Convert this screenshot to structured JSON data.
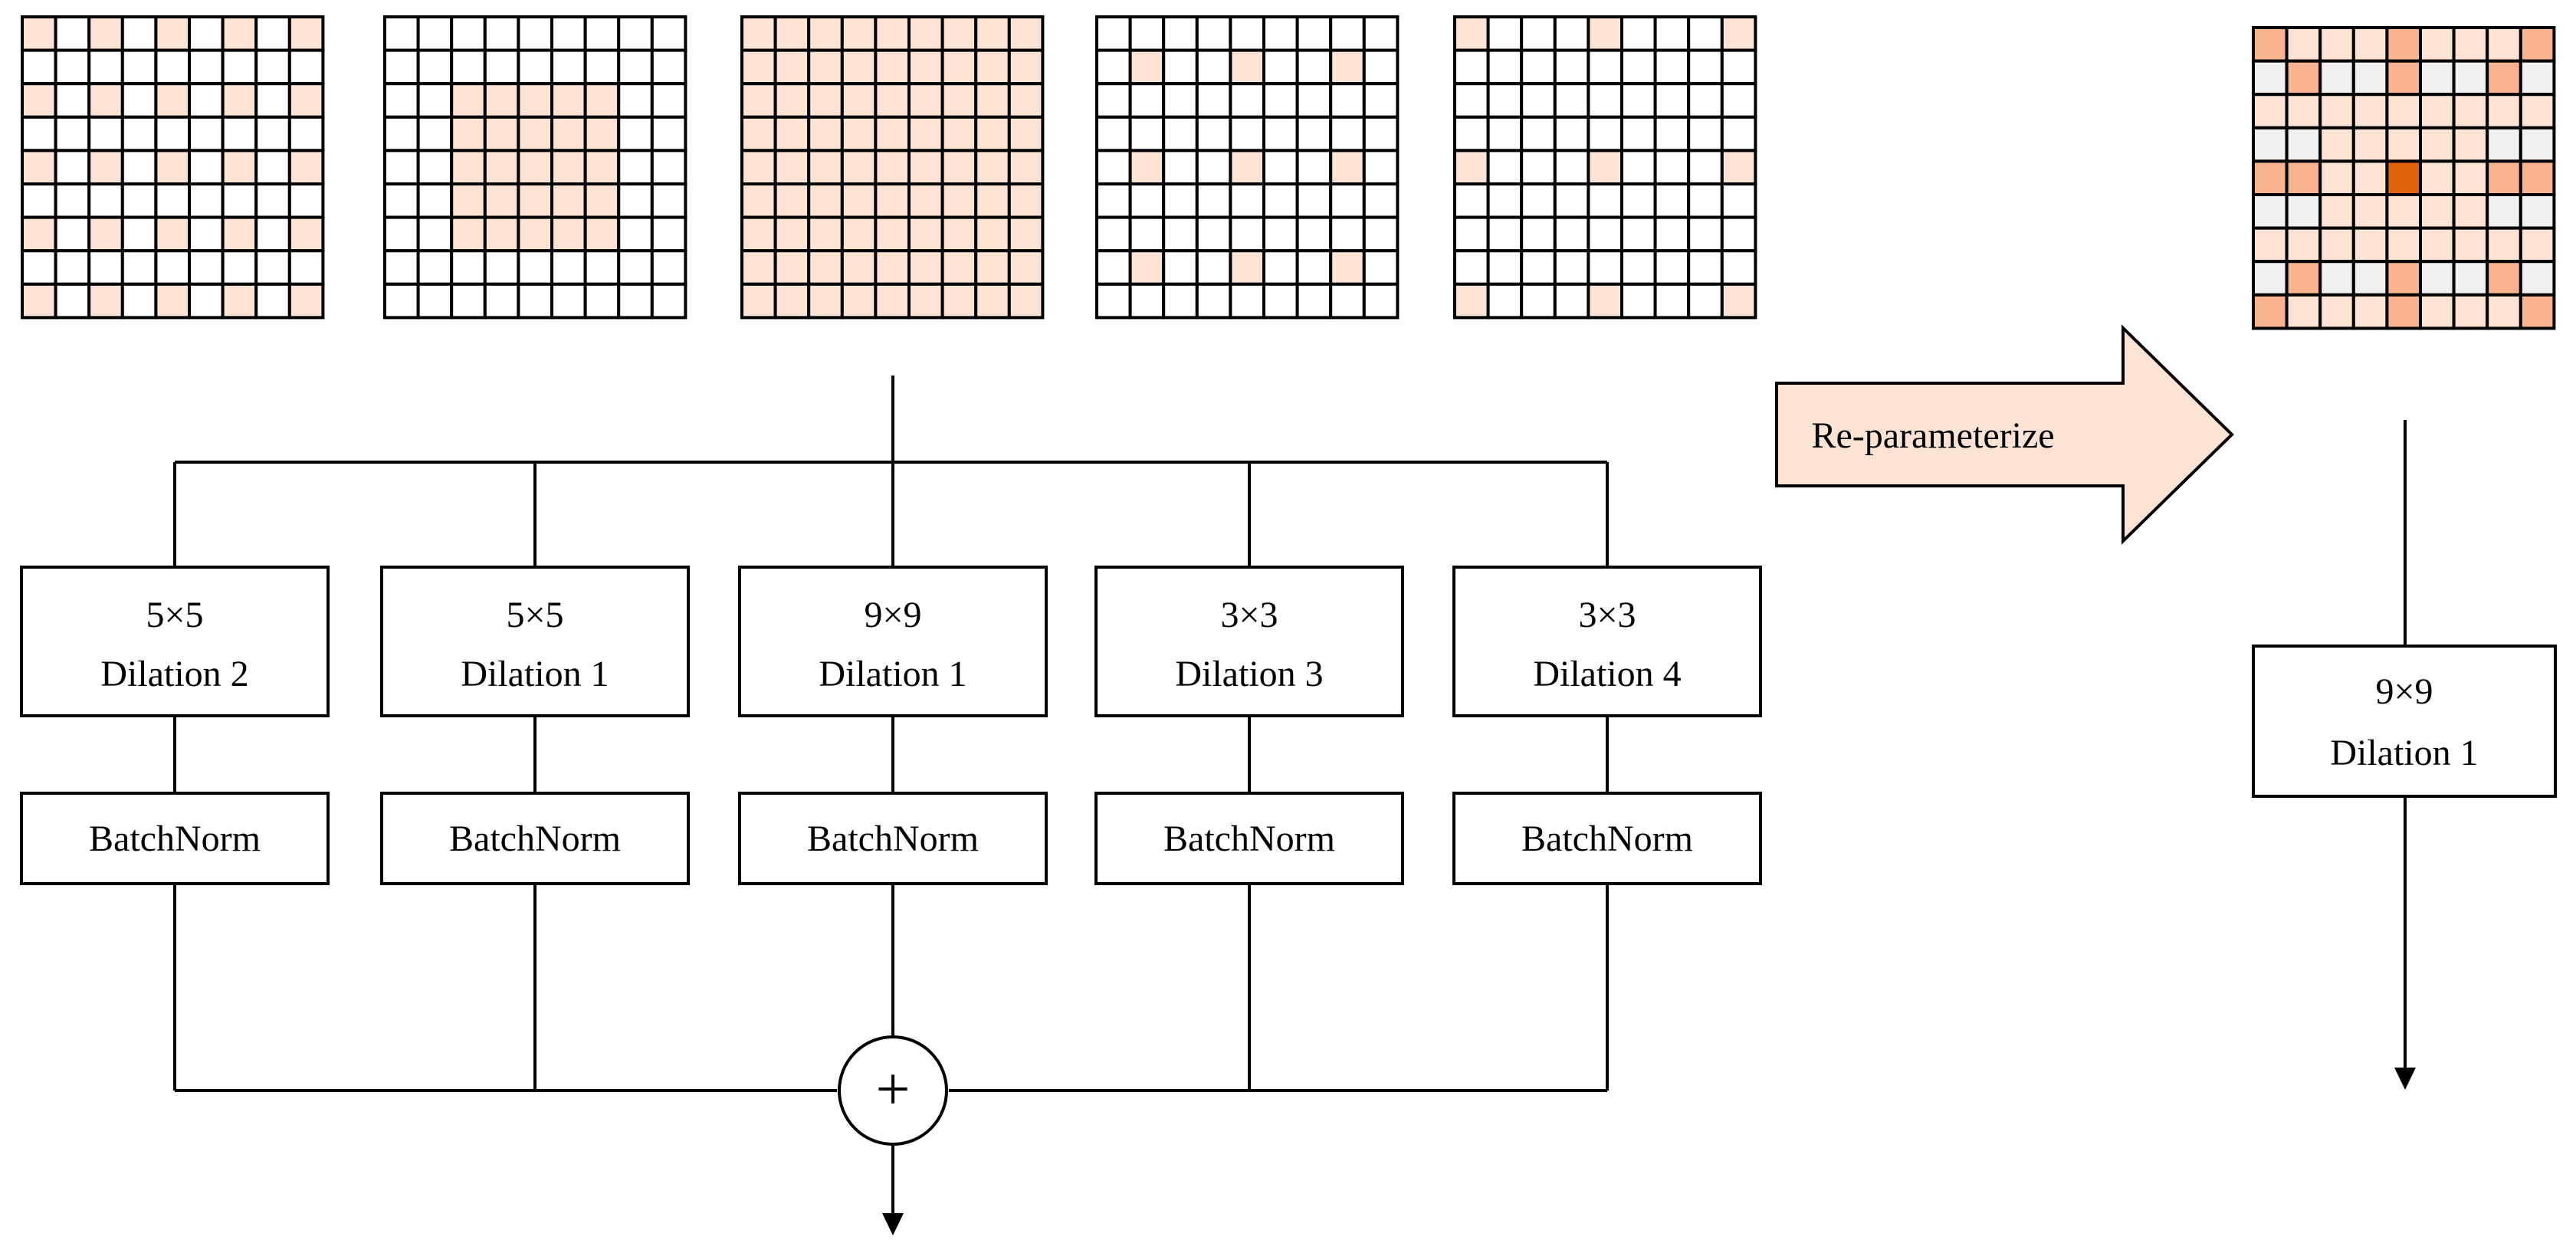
{
  "colors": {
    "cell_empty": "#ffffff",
    "cell_light": "#fde3d4",
    "cell_gray": "#f0f0f0",
    "cell_mid": "#f9b48f",
    "cell_dark": "#e2620e",
    "arrow_fill": "#fde3d4",
    "line": "#000000"
  },
  "kernels": [
    {
      "name": "5x5-dilation-2",
      "pattern": "dilated5"
    },
    {
      "name": "5x5-dilation-1",
      "pattern": "center5"
    },
    {
      "name": "9x9-dilation-1",
      "pattern": "full9"
    },
    {
      "name": "3x3-dilation-3",
      "pattern": "dilated3"
    },
    {
      "name": "3x3-dilation-4",
      "pattern": "dilated4"
    }
  ],
  "branches": [
    {
      "size": "5×5",
      "dilation": "Dilation 2",
      "norm": "BatchNorm"
    },
    {
      "size": "5×5",
      "dilation": "Dilation 1",
      "norm": "BatchNorm"
    },
    {
      "size": "9×9",
      "dilation": "Dilation 1",
      "norm": "BatchNorm"
    },
    {
      "size": "3×3",
      "dilation": "Dilation 3",
      "norm": "BatchNorm"
    },
    {
      "size": "3×3",
      "dilation": "Dilation 4",
      "norm": "BatchNorm"
    }
  ],
  "sum_symbol": "+",
  "arrow_label": "Re-parameterize",
  "merged": {
    "size": "9×9",
    "dilation": "Dilation 1"
  }
}
